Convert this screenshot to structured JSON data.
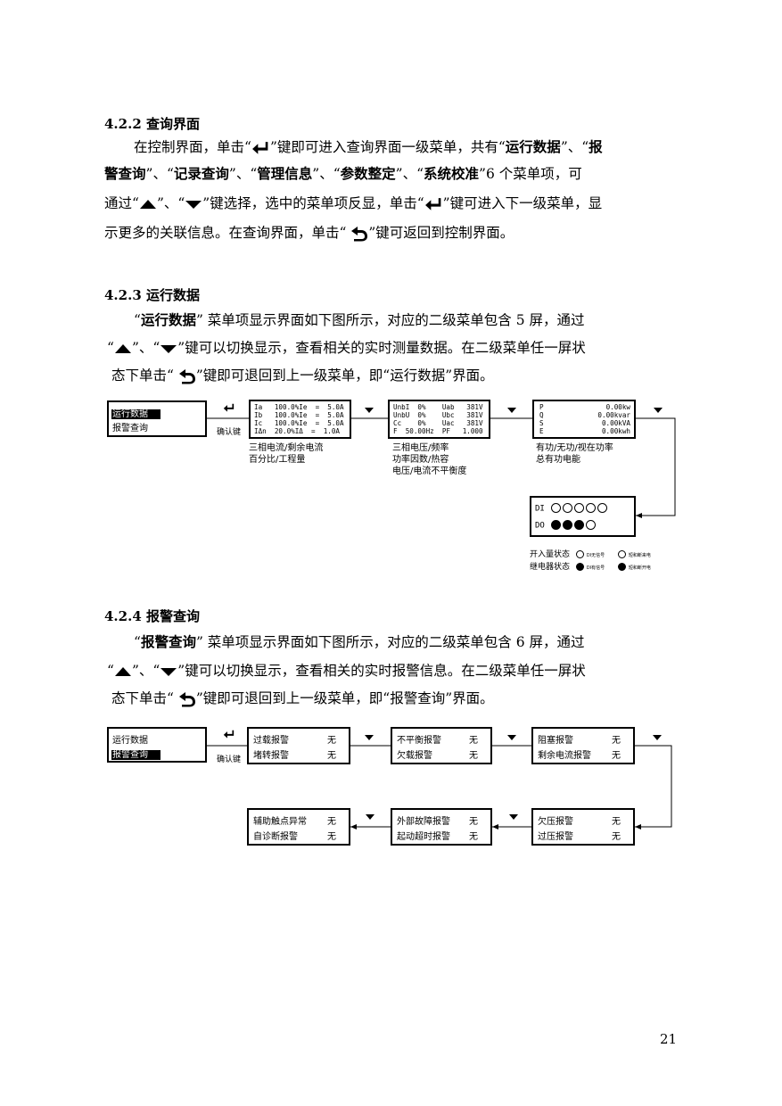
{
  "s422": {
    "heading": "4.2.2 查询界面",
    "l1a": "在控制界面，单击“",
    "l1b": "”键即可进入查询界面一级菜单，共有“",
    "l1c": "运行数据",
    "l1d": "”、“",
    "l1e": "报",
    "l2a": "警查询",
    "l2b": "”、“",
    "l2c": "记录查询",
    "l2d": "”、“",
    "l2e": "管理信息",
    "l2f": "”、“",
    "l2g": "参数整定",
    "l2h": "”、“",
    "l2i": "系统校准",
    "l2j": "”6 个菜单项，可",
    "l3a": "通过“",
    "l3b": "”、“",
    "l3c": "”键选择，选中的菜单项反显，单击“",
    "l3d": "”键可进入下一级菜单，显",
    "l4a": "示更多的关联信息。在查询界面，单击“ ",
    "l4b": "”键可返回到控制界面。"
  },
  "s423": {
    "heading": "4.2.3 运行数据",
    "l1a": "“",
    "l1b": "运行数据",
    "l1c": "” 菜单项显示界面如下图所示，对应的二级菜单包含 5 屏，通过",
    "l2a": "“",
    "l2b": "”、“",
    "l2c": "”键可以切换显示，查看相关的实时测量数据。在二级菜单任一屏状",
    "l3a": "态下单击“ ",
    "l3b": "”键即可退回到上一级菜单，即“运行数据”界面。"
  },
  "fig1": {
    "menu": [
      "运行数据",
      "报警查询"
    ],
    "enter_caption": "确认键",
    "screen_current": [
      "Ia   100.0%Ie  =  5.0A",
      "Ib   100.0%Ie  =  5.0A",
      "Ic   100.0%Ie  =  5.0A",
      "IΔn  20.0%IΔ  =  1.0A"
    ],
    "cap_current": [
      "三相电流/剩余电流",
      "百分比/工程量"
    ],
    "screen_voltage": [
      "UnbI  0%    Uab   381V",
      "UnbU  0%    Ubc   381V",
      "Cc    0%    Uac   381V",
      "F  50.00Hz  PF   1.000"
    ],
    "cap_voltage": [
      "三相电压/频率",
      "功率因数/热容",
      "电压/电流不平衡度"
    ],
    "screen_power": [
      [
        "P",
        "0.00kw"
      ],
      [
        "Q",
        "0.00kvar"
      ],
      [
        "S",
        "0.00kVA"
      ],
      [
        "E",
        "0.00kwh"
      ]
    ],
    "cap_power": [
      "有功/无功/视在功率",
      "总有功电能"
    ],
    "dio": {
      "di_label": "DI",
      "do_label": "DO",
      "di": [
        0,
        0,
        0,
        0,
        0
      ],
      "do": [
        1,
        1,
        1,
        0
      ]
    },
    "legend": [
      {
        "label": "开入量状态",
        "a": "DI无信号",
        "b": "短和断来电"
      },
      {
        "label": "继电器状态",
        "a": "DI有信号",
        "b": "短和断开电"
      }
    ]
  },
  "s424": {
    "heading": "4.2.4 报警查询",
    "l1a": "“",
    "l1b": "报警查询",
    "l1c": "” 菜单项显示界面如下图所示，对应的二级菜单包含 6 屏，通过",
    "l2a": "“",
    "l2b": "”、“",
    "l2c": "”键可以切换显示，查看相关的实时报警信息。在二级菜单任一屏状",
    "l3a": "态下单击“ ",
    "l3b": "”键即可退回到上一级菜单，即“报警查询”界面。"
  },
  "fig2": {
    "menu": [
      "运行数据",
      "报警查询"
    ],
    "enter_caption": "确认键",
    "screens": [
      [
        [
          "过载报警",
          "无"
        ],
        [
          "堵转报警",
          "无"
        ]
      ],
      [
        [
          "不平衡报警",
          "无"
        ],
        [
          "欠载报警",
          "无"
        ]
      ],
      [
        [
          "阻塞报警",
          "无"
        ],
        [
          "剩余电流报警",
          "无"
        ]
      ],
      [
        [
          "欠压报警",
          "无"
        ],
        [
          "过压报警",
          "无"
        ]
      ],
      [
        [
          "外部故障报警",
          "无"
        ],
        [
          "起动超时报警",
          "无"
        ]
      ],
      [
        [
          "辅助触点异常",
          "无"
        ],
        [
          "自诊断报警",
          "无"
        ]
      ]
    ]
  },
  "page_number": "21"
}
